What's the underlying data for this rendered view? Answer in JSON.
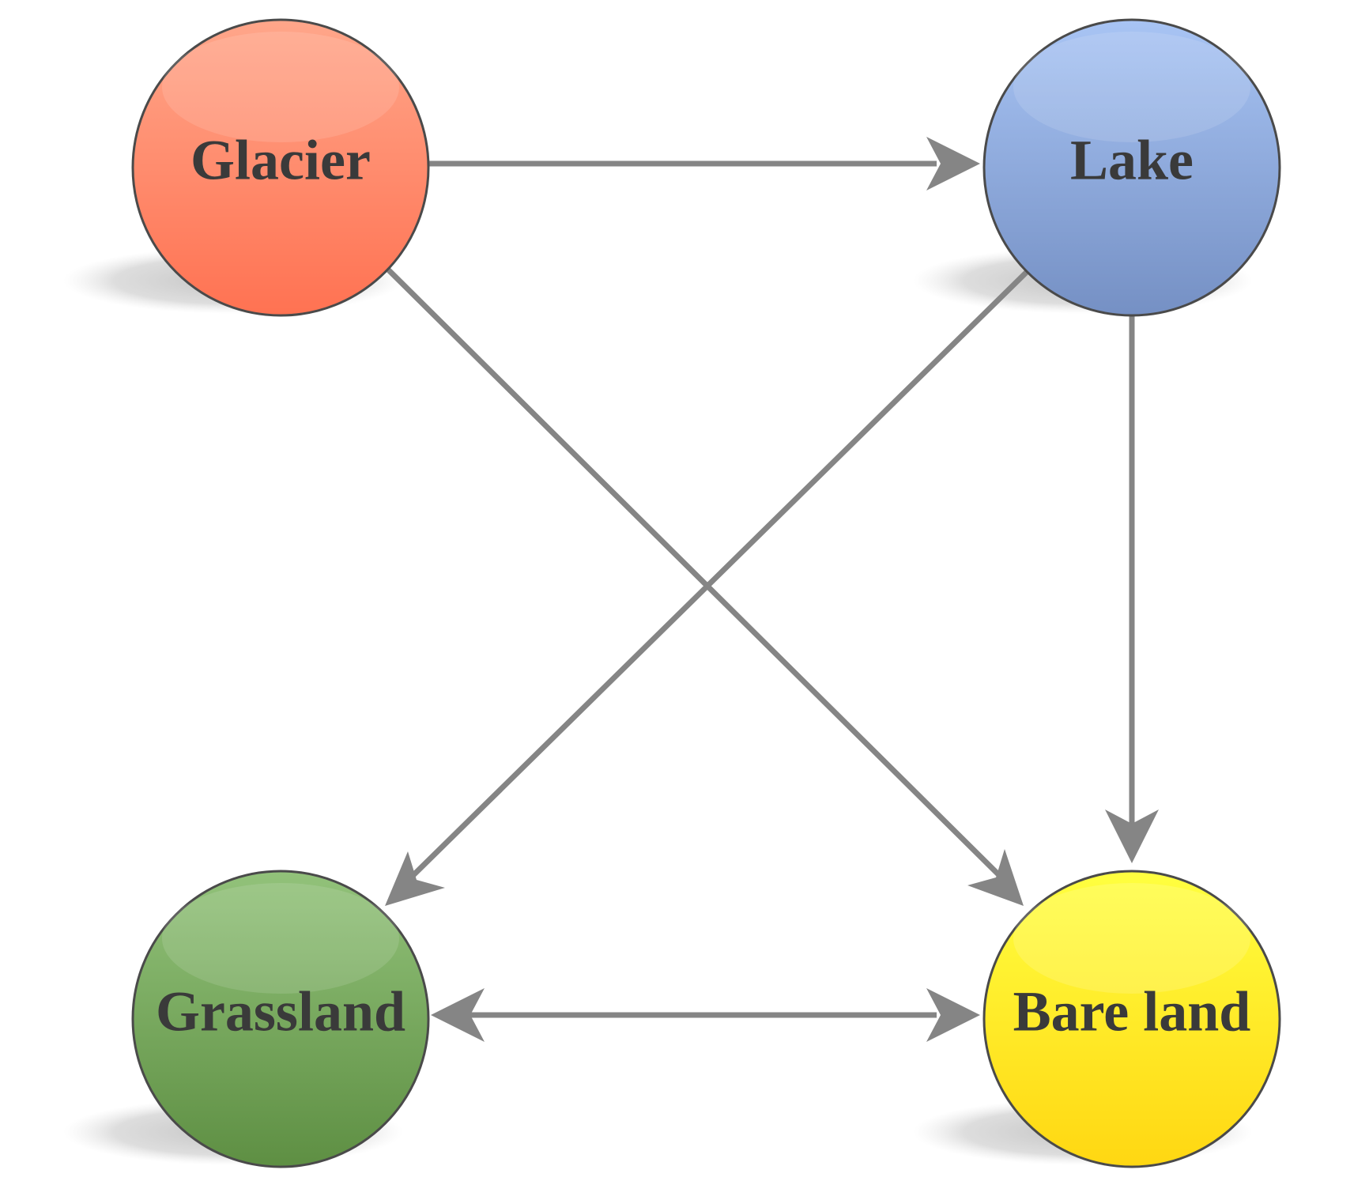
{
  "nodes": {
    "glacier": {
      "label": "Glacier",
      "color": "#ff7f63"
    },
    "lake": {
      "label": "Lake",
      "color": "#8aa6d8"
    },
    "grassland": {
      "label": "Grassland",
      "color": "#6fa052"
    },
    "bareland": {
      "label": "Bare land",
      "color": "#ffe81a"
    }
  },
  "edges": [
    {
      "from": "glacier",
      "to": "lake",
      "direction": "forward"
    },
    {
      "from": "glacier",
      "to": "bareland",
      "direction": "forward"
    },
    {
      "from": "lake",
      "to": "grassland",
      "direction": "forward"
    },
    {
      "from": "lake",
      "to": "bareland",
      "direction": "forward"
    },
    {
      "from": "grassland",
      "to": "bareland",
      "direction": "both"
    }
  ],
  "colors": {
    "arrow": "#858585",
    "label_text": "#3a3a3a"
  }
}
